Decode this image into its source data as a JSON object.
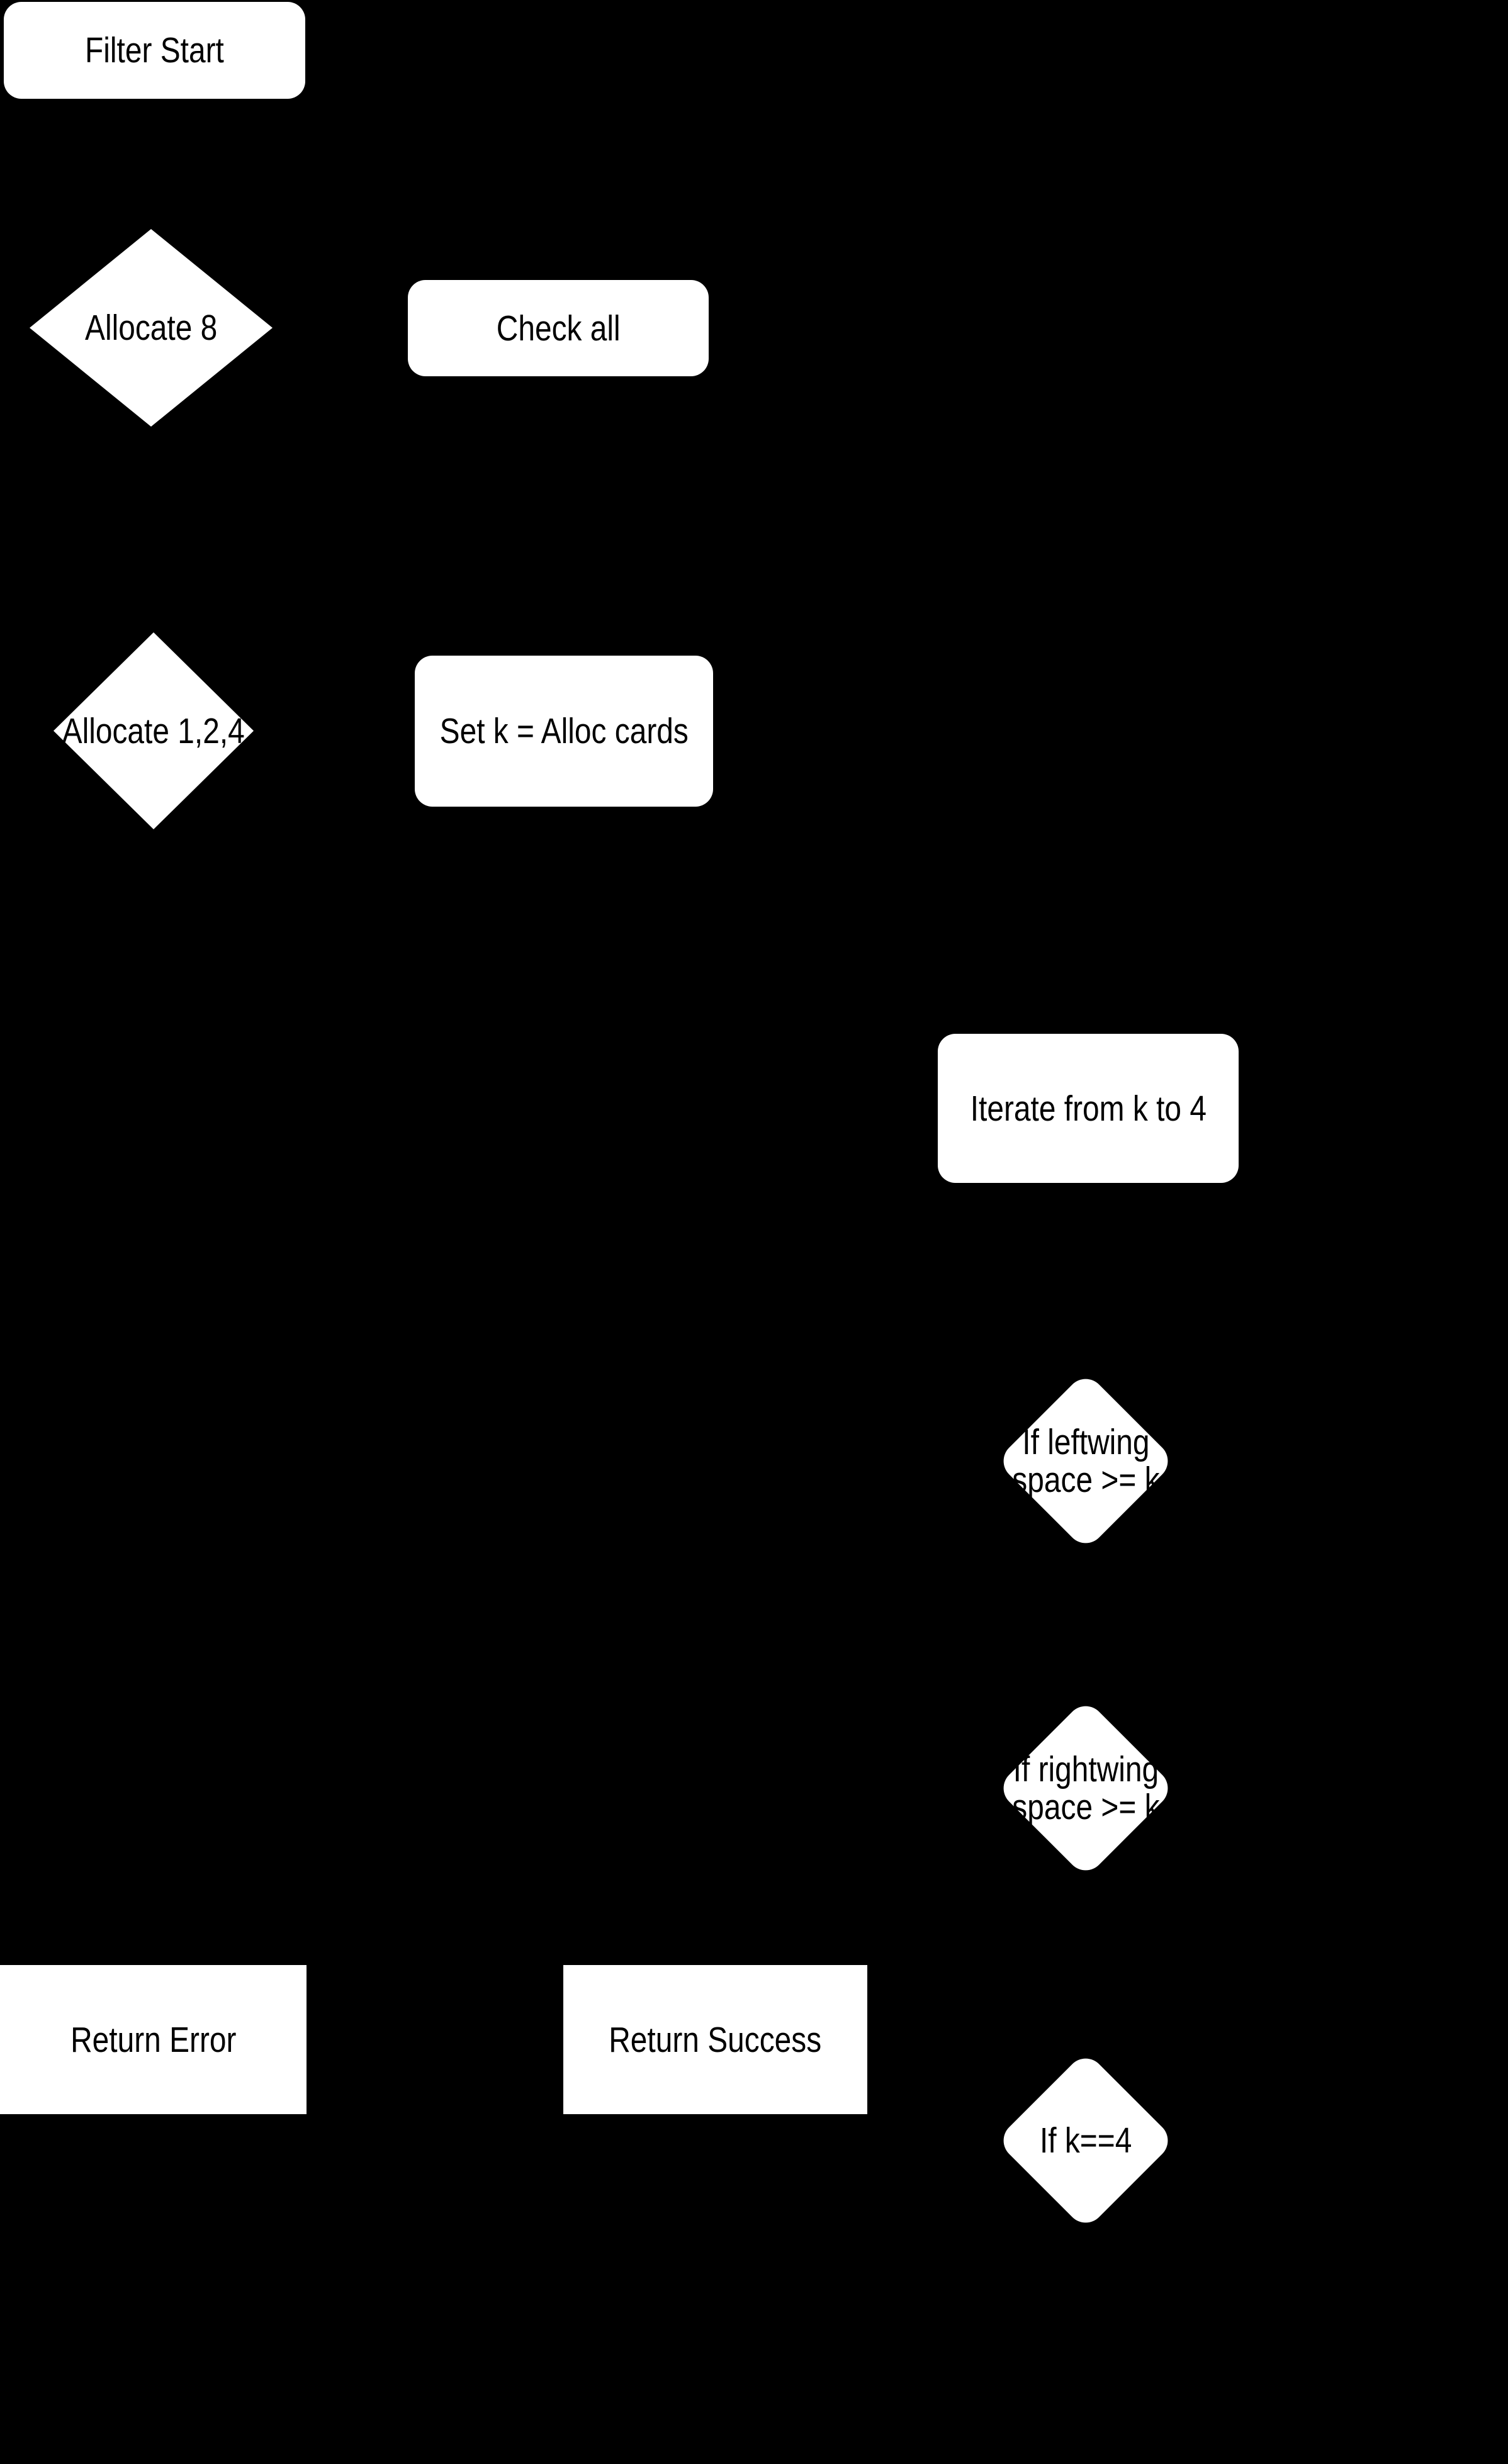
{
  "canvas": {
    "background_color": "#000000",
    "node_fill_color": "#ffffff",
    "node_text_color": "#000000"
  },
  "nodes": [
    {
      "id": "filter-start",
      "shape": "rounded-rectangle",
      "label": "Filter Start"
    },
    {
      "id": "allocate-8",
      "shape": "diamond",
      "label": "Allocate 8"
    },
    {
      "id": "check-all",
      "shape": "rounded-rectangle",
      "label": "Check all"
    },
    {
      "id": "allocate-1-2-4",
      "shape": "diamond",
      "label": "Allocate 1,2,4"
    },
    {
      "id": "set-k",
      "shape": "rounded-rectangle",
      "label": "Set k = Alloc cards"
    },
    {
      "id": "iterate-k-to-4",
      "shape": "rounded-rectangle",
      "label": "Iterate from k to 4"
    },
    {
      "id": "if-leftwing",
      "shape": "rounded-diamond",
      "label": "If leftwing space >= k",
      "line1": "If leftwing",
      "line2": "space >= k"
    },
    {
      "id": "if-rightwing",
      "shape": "rounded-diamond",
      "label": "If rightwing space >= k",
      "line1": "If rightwing",
      "line2": "space >= k"
    },
    {
      "id": "return-error",
      "shape": "rectangle",
      "label": "Return Error"
    },
    {
      "id": "return-success",
      "shape": "rectangle",
      "label": "Return Success"
    },
    {
      "id": "if-k-equals-4",
      "shape": "rounded-diamond",
      "label": "If k==4"
    }
  ]
}
